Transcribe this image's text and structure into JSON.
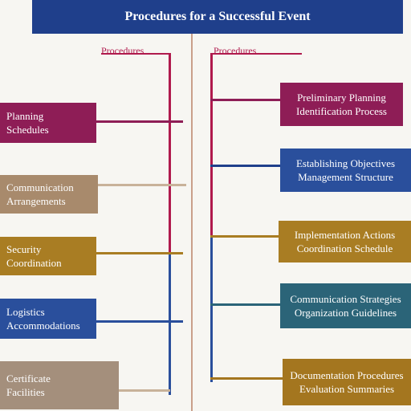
{
  "title": "Procedures for a Successful Event",
  "colors": {
    "navy": "#1f3f8b",
    "magenta": "#8e1d56",
    "tan": "#a88a6c",
    "mustard": "#a97d23",
    "blue": "#2a4f9c",
    "teal": "#2b6478",
    "beige": "#a48f7c",
    "gold": "#a4761f"
  },
  "left_column": {
    "heading": "Procedures",
    "boxes": [
      {
        "line1": "Planning",
        "line2": "Schedules"
      },
      {
        "line1": "Communication",
        "line2": "Arrangements"
      },
      {
        "line1": "Security",
        "line2": "Coordination"
      },
      {
        "line1": "Logistics",
        "line2": "Accommodations"
      },
      {
        "line1": "Certificate",
        "line2": "Facilities"
      }
    ]
  },
  "right_column": {
    "heading": "Procedures",
    "boxes": [
      {
        "line1": "Preliminary Planning",
        "line2": "Identification Process"
      },
      {
        "line1": "Establishing Objectives",
        "line2": "Management Structure"
      },
      {
        "line1": "Implementation Actions",
        "line2": "Coordination Schedule"
      },
      {
        "line1": "Communication Strategies",
        "line2": "Organization Guidelines"
      },
      {
        "line1": "Documentation Procedures",
        "line2": "Evaluation Summaries"
      }
    ]
  }
}
